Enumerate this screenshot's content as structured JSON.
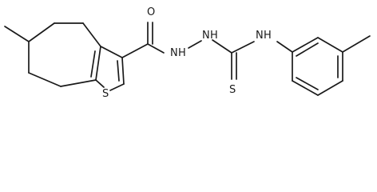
{
  "atoms": {
    "carbonyl_oxygen": "O",
    "hydrazide_nh_1": "N",
    "hydrazide_nh_1_h": "H",
    "hydrazide_nh_2": "N",
    "hydrazide_nh_2_h": "H",
    "thioamide_nh": "N",
    "thioamide_nh_h": "H",
    "thione_sulfur": "S",
    "thiophene_sulfur": "S"
  }
}
